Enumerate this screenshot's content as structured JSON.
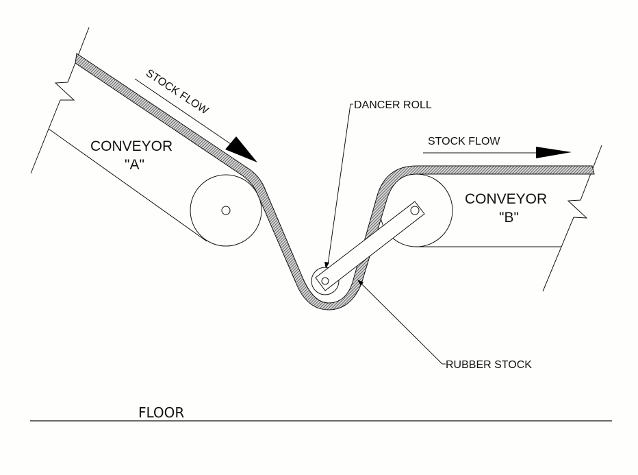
{
  "diagram": {
    "labels": {
      "conveyor_a": "CONVEYOR",
      "conveyor_a_id": "\"A\"",
      "conveyor_b": "CONVEYOR",
      "conveyor_b_id": "\"B\"",
      "stock_flow_a": "STOCK FLOW",
      "stock_flow_b": "STOCK FLOW",
      "dancer_roll": "DANCER ROLL",
      "rubber_stock": "RUBBER STOCK",
      "floor": "FLOOR"
    },
    "colors": {
      "line": "#111111",
      "background": "#fefefc",
      "belt_hatch": "#555555"
    }
  }
}
